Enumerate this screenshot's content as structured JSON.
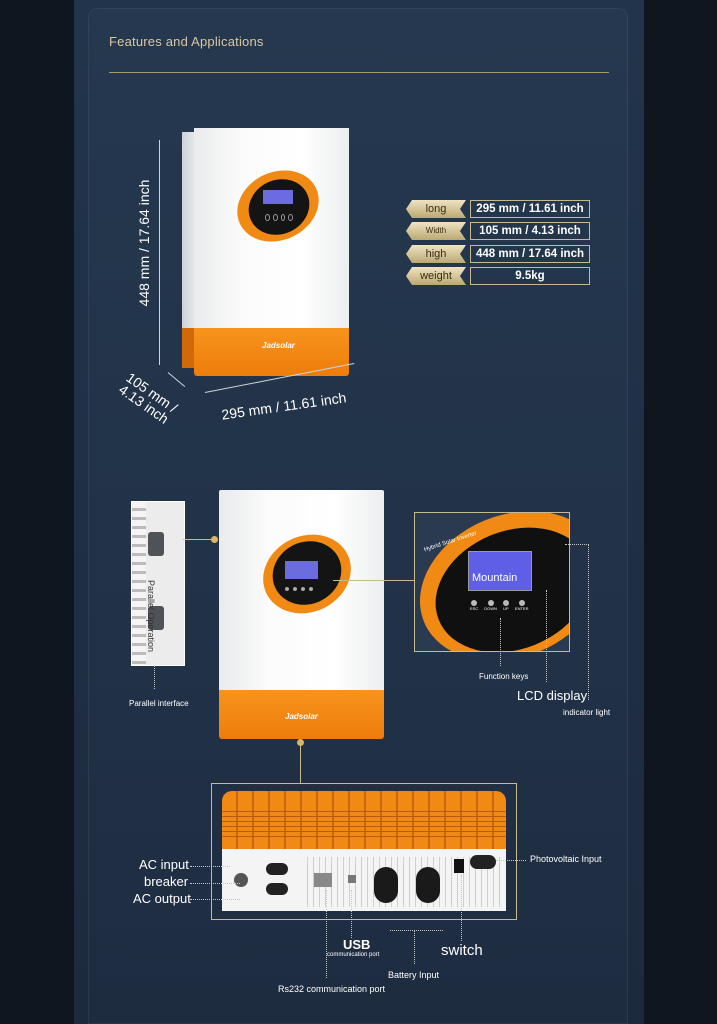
{
  "section_title": "Features and Applications",
  "brand": "Jadsolar",
  "dimensions": {
    "height": "448 mm / 17.64 inch",
    "width": "295 mm / 11.61 inch",
    "depth_line1": "105 mm /",
    "depth_line2": "4.13 inch"
  },
  "specs": [
    {
      "label": "long",
      "value": "295 mm / 11.61 inch"
    },
    {
      "label": "Width",
      "value": "105 mm / 4.13 inch"
    },
    {
      "label": "high",
      "value": "448 mm / 17.64 inch"
    },
    {
      "label": "weight",
      "value": "9.5kg"
    }
  ],
  "front_view": {
    "parallel_caption": "Parallel Operation",
    "parallel_interface": "Parallel interface",
    "panel_title": "Hybrid Solar Inverter",
    "screen_text": "Mountain",
    "keys": [
      "ESC",
      "DOWN",
      "UP",
      "ENTER"
    ],
    "function_keys": "Function keys",
    "lcd_display": "LCD display",
    "indicator_light": "indicator light"
  },
  "bottom_view": {
    "ac_input": "AC input",
    "breaker": "breaker",
    "ac_output": "AC output",
    "pv_input": "Photovoltaic Input",
    "usb": "USB",
    "usb_sub": "communication port",
    "switch": "switch",
    "battery_input": "Battery Input",
    "rs232": "Rs232 communication port"
  },
  "colors": {
    "accent_orange": "#f08a14",
    "gold": "#c9b98e",
    "background": "#223349"
  }
}
